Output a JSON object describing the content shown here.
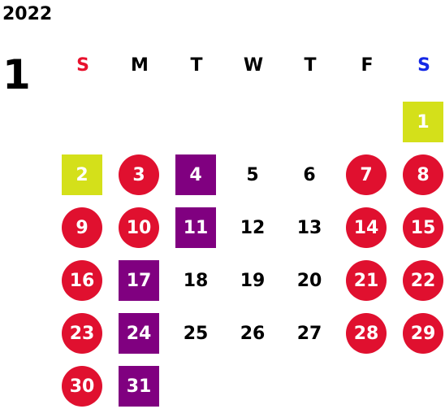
{
  "calendar": {
    "year": "2022",
    "month": "1",
    "weekdays": [
      "S",
      "M",
      "T",
      "W",
      "T",
      "F",
      "S"
    ],
    "weekday_colors": [
      "#e8112d",
      "#000000",
      "#000000",
      "#000000",
      "#000000",
      "#000000",
      "#1428e6"
    ],
    "colors": {
      "holiday": "#e0102f",
      "purple": "#800080",
      "yellow": "#d4e01a",
      "plain": "#000000"
    },
    "days": [
      {
        "day": "1",
        "style": "yellow-square"
      },
      {
        "day": "2",
        "style": "yellow-square"
      },
      {
        "day": "3",
        "style": "red-circle"
      },
      {
        "day": "4",
        "style": "purple-square"
      },
      {
        "day": "5",
        "style": "plain"
      },
      {
        "day": "6",
        "style": "plain"
      },
      {
        "day": "7",
        "style": "red-circle"
      },
      {
        "day": "8",
        "style": "red-circle"
      },
      {
        "day": "9",
        "style": "red-circle"
      },
      {
        "day": "10",
        "style": "red-circle"
      },
      {
        "day": "11",
        "style": "purple-square"
      },
      {
        "day": "12",
        "style": "plain"
      },
      {
        "day": "13",
        "style": "plain"
      },
      {
        "day": "14",
        "style": "red-circle"
      },
      {
        "day": "15",
        "style": "red-circle"
      },
      {
        "day": "16",
        "style": "red-circle"
      },
      {
        "day": "17",
        "style": "purple-square"
      },
      {
        "day": "18",
        "style": "plain"
      },
      {
        "day": "19",
        "style": "plain"
      },
      {
        "day": "20",
        "style": "plain"
      },
      {
        "day": "21",
        "style": "red-circle"
      },
      {
        "day": "22",
        "style": "red-circle"
      },
      {
        "day": "23",
        "style": "red-circle"
      },
      {
        "day": "24",
        "style": "purple-square"
      },
      {
        "day": "25",
        "style": "plain"
      },
      {
        "day": "26",
        "style": "plain"
      },
      {
        "day": "27",
        "style": "plain"
      },
      {
        "day": "28",
        "style": "red-circle"
      },
      {
        "day": "29",
        "style": "red-circle"
      },
      {
        "day": "30",
        "style": "red-circle"
      },
      {
        "day": "31",
        "style": "purple-square"
      }
    ]
  }
}
